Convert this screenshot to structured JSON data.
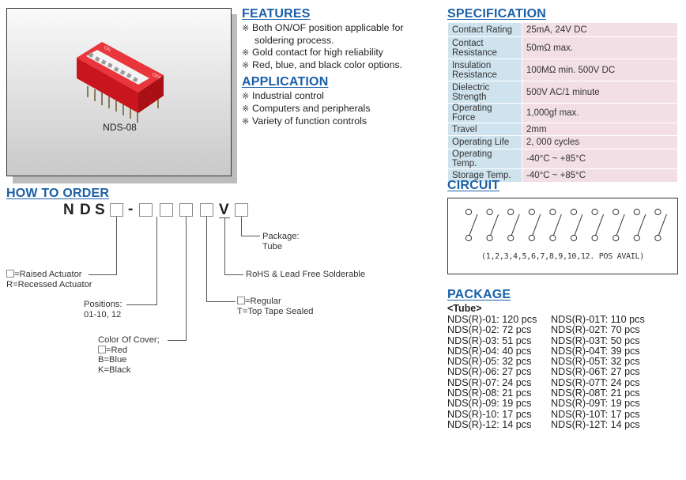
{
  "product_image": {
    "caption": "NDS-08",
    "chip_on_label": "ON",
    "chip_off_label": "OFF",
    "chip_numbers": [
      "1",
      "2",
      "3",
      "4",
      "5",
      "6",
      "7",
      "8"
    ],
    "chip_color": "#d9232a"
  },
  "features": {
    "title": "FEATURES",
    "items": [
      {
        "text": "Both ON/OF position applicable for",
        "cont": "soldering process."
      },
      {
        "text": "Gold contact for high reliability"
      },
      {
        "text": "Red, blue, and black color options."
      }
    ]
  },
  "application": {
    "title": "APPLICATION",
    "items": [
      {
        "text": "Industrial control"
      },
      {
        "text": "Computers and peripherals"
      },
      {
        "text": "Variety of function controls"
      }
    ]
  },
  "bullet_mark": "※",
  "specification": {
    "title": "SPECIFICATION",
    "rows": [
      {
        "label": "Contact Rating",
        "value": "25mA, 24V DC"
      },
      {
        "label": "Contact Resistance",
        "value": "50mΩ max."
      },
      {
        "label": "Insulation Resistance",
        "value": "100MΩ min. 500V DC"
      },
      {
        "label": "Dielectric Strength",
        "value": "500V AC/1 minute"
      },
      {
        "label": "Operating Force",
        "value": "1,000gf max."
      },
      {
        "label": "Travel",
        "value": "2mm"
      },
      {
        "label": "Operating Life",
        "value": "2, 000 cycles"
      },
      {
        "label": "Operating Temp.",
        "value": "-40°C ~ +85°C"
      },
      {
        "label": "Storage Temp.",
        "value": "-40°C ~ +85°C"
      }
    ]
  },
  "circuit": {
    "title": "CIRCUIT",
    "switch_count": 10,
    "caption": "(1,2,3,4,5,6,7,8,9,10,12. POS AVAIL)"
  },
  "package": {
    "title": "PACKAGE",
    "subtitle": "<Tube>",
    "left": [
      "NDS(R)-01: 120 pcs",
      "NDS(R)-02: 72 pcs",
      "NDS(R)-03: 51 pcs",
      "NDS(R)-04: 40 pcs",
      "NDS(R)-05: 32 pcs",
      "NDS(R)-06: 27 pcs",
      "NDS(R)-07: 24 pcs",
      "NDS(R)-08: 21 pcs",
      "NDS(R)-09: 19 pcs",
      "NDS(R)-10: 17 pcs",
      "NDS(R)-12: 14 pcs"
    ],
    "right": [
      "NDS(R)-01T: 110 pcs",
      "NDS(R)-02T: 70 pcs",
      "NDS(R)-03T: 50 pcs",
      "NDS(R)-04T: 39 pcs",
      "NDS(R)-05T: 32 pcs",
      "NDS(R)-06T: 27 pcs",
      "NDS(R)-07T: 24 pcs",
      "NDS(R)-08T: 21 pcs",
      "NDS(R)-09T: 19 pcs",
      "NDS(R)-10T: 17 pcs",
      "NDS(R)-12T: 14 pcs"
    ]
  },
  "how_to_order": {
    "title": "HOW TO ORDER",
    "code_n": "N",
    "code_d": "D",
    "code_s": "S",
    "code_dash": "-",
    "code_v": "V",
    "actuator": {
      "line1": "=Raised Actuator",
      "line2": "R=Recessed Actuator"
    },
    "positions": {
      "line1": "Positions:",
      "line2": "01-10, 12"
    },
    "cover": {
      "line1": "Color Of  Cover;",
      "line2": "=Red",
      "line3": "B=Blue",
      "line4": "K=Black"
    },
    "sealing": {
      "line1": "=Regular",
      "line2": "T=Top Tape Sealed"
    },
    "rohs": "RoHS & Lead Free Solderable",
    "pkg": {
      "line1": "Package:",
      "line2": "Tube"
    }
  }
}
